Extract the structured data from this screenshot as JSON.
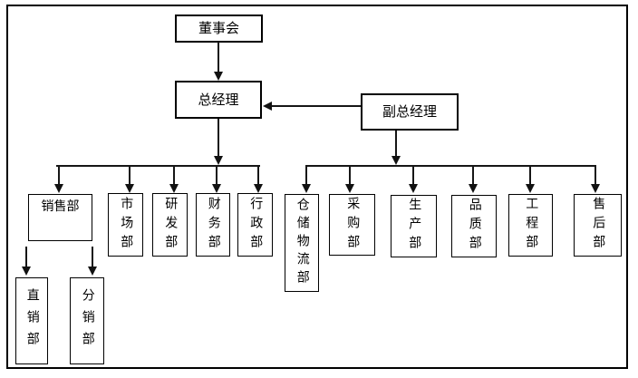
{
  "diagram": {
    "type": "org-chart",
    "background_color": "#ffffff",
    "line_color": "#161616",
    "box_border_color": "#000000",
    "nodes": {
      "board": {
        "label": "董事会"
      },
      "gm": {
        "label": "总经理"
      },
      "deputy_gm": {
        "label": "副总经理"
      },
      "sales": {
        "label": "销售部"
      },
      "marketing": {
        "label": "市场部"
      },
      "rnd": {
        "label": "研发部"
      },
      "finance": {
        "label": "财务部"
      },
      "admin": {
        "label": "行政部"
      },
      "warehouse_logistics": {
        "label": "仓储物流部"
      },
      "purchasing": {
        "label": "采购部"
      },
      "production": {
        "label": "生产部"
      },
      "quality": {
        "label": "品质部"
      },
      "engineering": {
        "label": "工程部"
      },
      "after_sales": {
        "label": "售后部"
      },
      "direct_sales": {
        "label": "直销部"
      },
      "distribution": {
        "label": "分销部"
      }
    },
    "edges": [
      {
        "from": "board",
        "to": "gm",
        "style": "arrow-down"
      },
      {
        "from": "deputy_gm",
        "to": "gm",
        "style": "arrow-left"
      },
      {
        "from": "gm",
        "to": "sales"
      },
      {
        "from": "gm",
        "to": "marketing"
      },
      {
        "from": "gm",
        "to": "rnd"
      },
      {
        "from": "gm",
        "to": "finance"
      },
      {
        "from": "gm",
        "to": "admin"
      },
      {
        "from": "deputy_gm",
        "to": "warehouse_logistics"
      },
      {
        "from": "deputy_gm",
        "to": "purchasing"
      },
      {
        "from": "deputy_gm",
        "to": "production"
      },
      {
        "from": "deputy_gm",
        "to": "quality"
      },
      {
        "from": "deputy_gm",
        "to": "engineering"
      },
      {
        "from": "deputy_gm",
        "to": "after_sales"
      },
      {
        "from": "sales",
        "to": "direct_sales"
      },
      {
        "from": "sales",
        "to": "distribution"
      }
    ]
  }
}
